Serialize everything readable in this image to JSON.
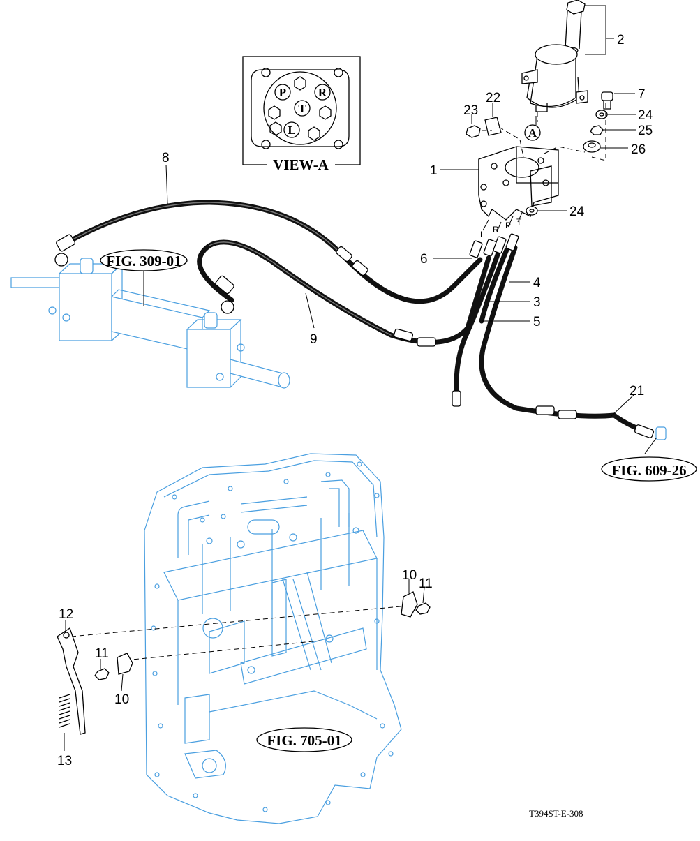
{
  "callouts": {
    "c1": "1",
    "c2": "2",
    "c3": "3",
    "c4": "4",
    "c5": "5",
    "c6": "6",
    "c7": "7",
    "c8": "8",
    "c9": "9",
    "c10a": "10",
    "c10b": "10",
    "c11a": "11",
    "c11b": "11",
    "c12": "12",
    "c13": "13",
    "c21": "21",
    "c22": "22",
    "c23": "23",
    "c24a": "24",
    "c24b": "24",
    "c25": "25",
    "c26": "26"
  },
  "ports": {
    "l": "L",
    "r": "R",
    "p": "P",
    "t": "T"
  },
  "view_a": {
    "title": "VIEW-A",
    "ports": {
      "p": "P",
      "r": "R",
      "t": "T",
      "l": "L"
    }
  },
  "view_marker": "A",
  "fig_refs": {
    "fig309": "FIG. 309-01",
    "fig609": "FIG. 609-26",
    "fig705": "FIG. 705-01"
  },
  "drawing_code": "T394ST-E-308",
  "colors": {
    "linework": "#000000",
    "reference_parts": "#4a9fe0",
    "background": "#ffffff"
  }
}
